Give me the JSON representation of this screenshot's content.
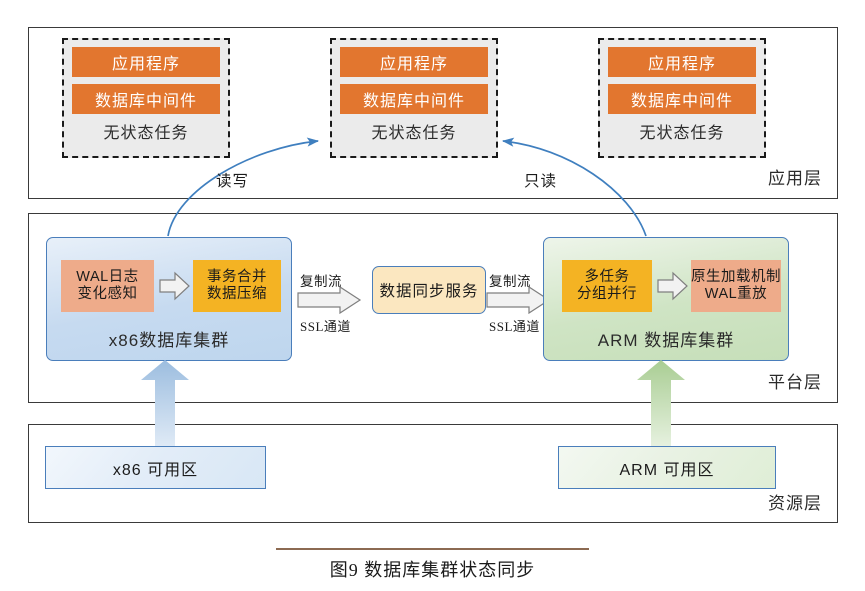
{
  "figure": {
    "caption": "图9   数据库集群状态同步"
  },
  "layers": [
    {
      "id": "application",
      "label": "应用层"
    },
    {
      "id": "platform",
      "label": "平台层"
    },
    {
      "id": "resource",
      "label": "资源层"
    }
  ],
  "application_layer": {
    "label": "应用层",
    "task_cards": [
      {
        "app": "应用程序",
        "middleware": "数据库中间件",
        "caption": "无状态任务"
      },
      {
        "app": "应用程序",
        "middleware": "数据库中间件",
        "caption": "无状态任务"
      },
      {
        "app": "应用程序",
        "middleware": "数据库中间件",
        "caption": "无状态任务"
      }
    ],
    "connections": [
      {
        "id": "read-write",
        "label": "读写",
        "from": "x86数据库集群",
        "to": "无状态任务"
      },
      {
        "id": "read-only",
        "label": "只读",
        "from": "ARM 数据库集群",
        "to": "无状态任务"
      }
    ]
  },
  "platform_layer": {
    "label": "平台层",
    "x86_cluster": {
      "title": "x86数据库集群",
      "stage_1": "WAL日志\n变化感知",
      "stage_1_line1": "WAL日志",
      "stage_1_line2": "变化感知",
      "stage_2_line1": "事务合并",
      "stage_2_line2": "数据压缩"
    },
    "arm_cluster": {
      "title": "ARM 数据库集群",
      "stage_1_line1": "多任务",
      "stage_1_line2": "分组并行",
      "stage_2_line1": "原生加载机制",
      "stage_2_line2": "WAL重放"
    },
    "sync_service": {
      "title": "数据同步服务"
    },
    "left_flow": {
      "top_label": "复制流",
      "bottom_label": "SSL通道"
    },
    "right_flow": {
      "top_label": "复制流",
      "bottom_label": "SSL通道"
    }
  },
  "resource_layer": {
    "label": "资源层",
    "zones": [
      {
        "id": "x86-zone",
        "label": "x86 可用区"
      },
      {
        "id": "arm-zone",
        "label": "ARM 可用区"
      }
    ]
  },
  "colors": {
    "task_bar": "#e2762f",
    "task_card_fill": "#ebebeb",
    "salmon_chip": "#eeab8a",
    "amber_chip": "#f4b323",
    "sync_fill": "#fbe7c0",
    "cluster_border": "#4a7ebb",
    "curve_arrow": "#3f7fbf",
    "blue_arrow": "#aac7e4",
    "green_arrow": "#b5d3a2",
    "frame_border": "#3a3a3a"
  }
}
